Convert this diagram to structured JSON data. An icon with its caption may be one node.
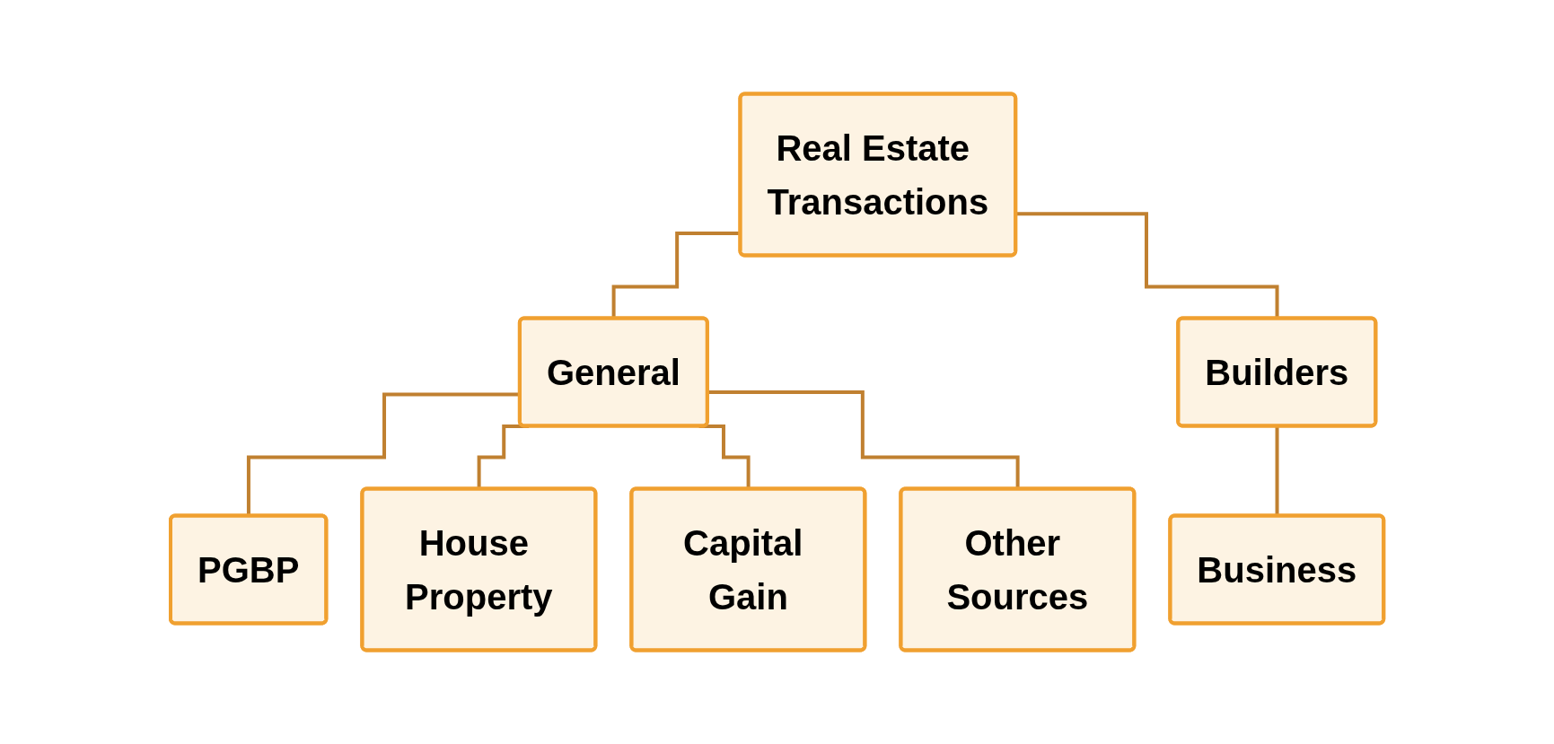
{
  "diagram": {
    "nodes": [
      {
        "text": [
          "Real Estate Transactions"
        ]
      },
      {
        "text": [
          "General"
        ]
      },
      {
        "text": [
          "Builders"
        ]
      },
      {
        "text": [
          "PGBP"
        ]
      },
      {
        "text": [
          "House Property"
        ]
      },
      {
        "text": [
          "Capital Gain"
        ]
      },
      {
        "text": [
          "Other Sources"
        ]
      },
      {
        "text": [
          "Business"
        ]
      }
    ],
    "edges": [
      {
        "from": 0,
        "to": 1,
        "arrow": "none"
      },
      {
        "from": 0,
        "to": 2,
        "arrow": "none"
      },
      {
        "from": 1,
        "to": 3,
        "arrow": "none"
      },
      {
        "from": 1,
        "to": 4,
        "arrow": "none"
      },
      {
        "from": 1,
        "to": 5,
        "arrow": "none"
      },
      {
        "from": 1,
        "to": 6,
        "arrow": "none"
      },
      {
        "from": 2,
        "to": 7,
        "arrow": "none"
      }
    ]
  }
}
